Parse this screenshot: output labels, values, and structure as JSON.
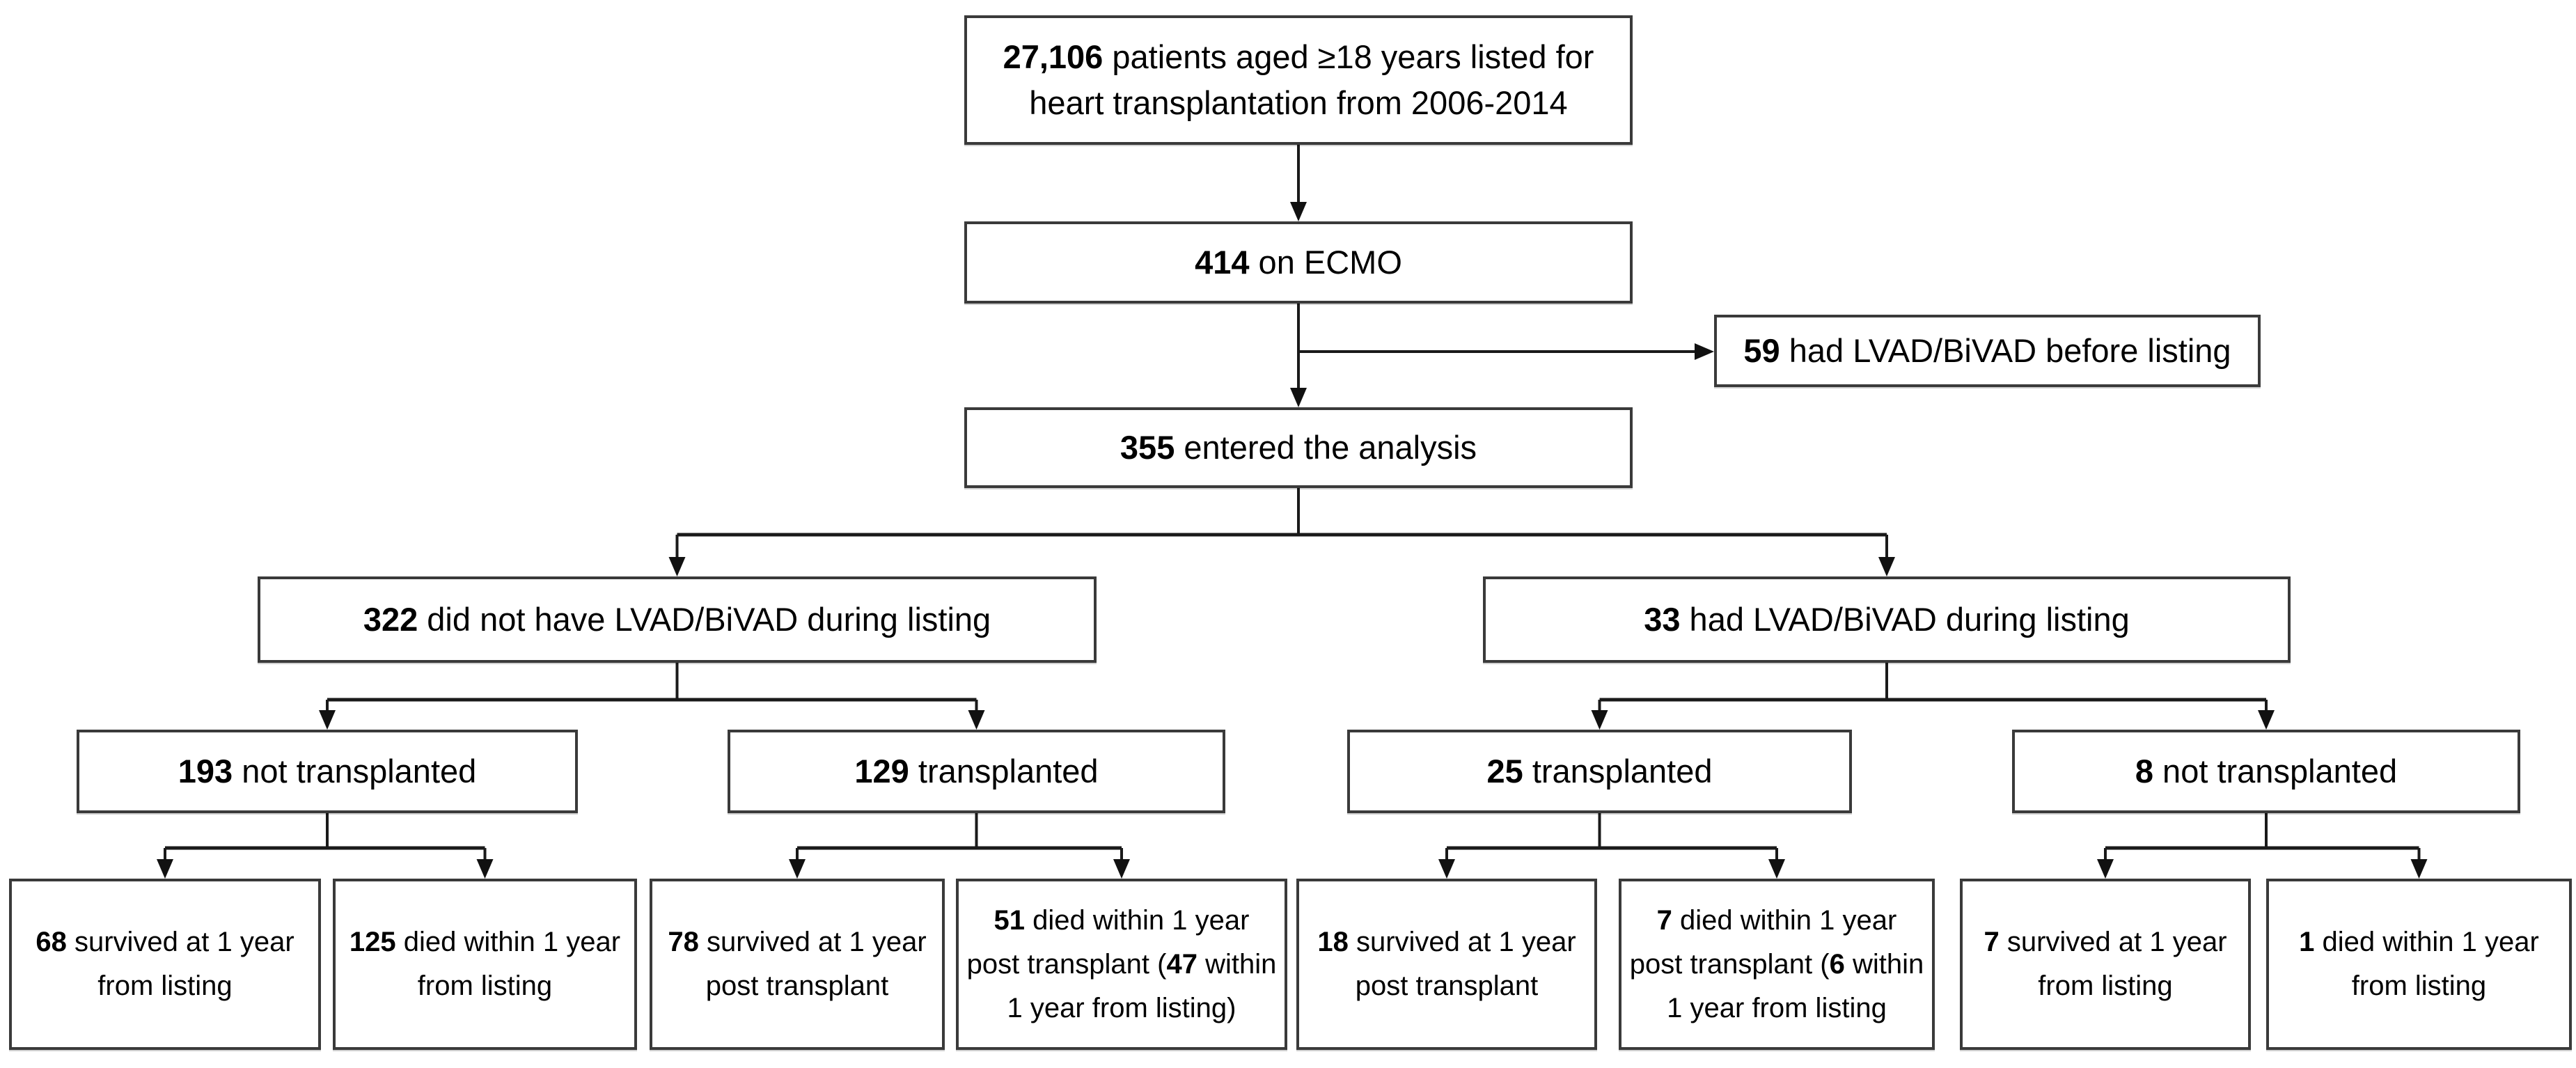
{
  "figure": {
    "kind": "patient-flow-diagram",
    "colors": {
      "background": "#ffffff",
      "box_border": "#3a3a3a",
      "connector": "#1a1a1a",
      "text": "#000000"
    }
  },
  "nodes": {
    "listed": {
      "lines": [
        [
          {
            "t": "27,106",
            "b": true
          },
          {
            "t": " patients aged ≥18 years listed for"
          }
        ],
        [
          {
            "t": "heart transplantation from 2006-2014"
          }
        ]
      ]
    },
    "on_ecmo": {
      "lines": [
        [
          {
            "t": "414",
            "b": true
          },
          {
            "t": " on ECMO"
          }
        ]
      ]
    },
    "excluded": {
      "lines": [
        [
          {
            "t": "59",
            "b": true
          },
          {
            "t": " had LVAD/BiVAD before listing"
          }
        ]
      ]
    },
    "analysis": {
      "lines": [
        [
          {
            "t": "355",
            "b": true
          },
          {
            "t": " entered the analysis"
          }
        ]
      ]
    },
    "no_vad": {
      "lines": [
        [
          {
            "t": "322",
            "b": true
          },
          {
            "t": " did not have LVAD/BiVAD during listing"
          }
        ]
      ]
    },
    "vad": {
      "lines": [
        [
          {
            "t": "33",
            "b": true
          },
          {
            "t": " had LVAD/BiVAD during listing"
          }
        ]
      ]
    },
    "not_tx_193": {
      "lines": [
        [
          {
            "t": "193",
            "b": true
          },
          {
            "t": " not transplanted"
          }
        ]
      ]
    },
    "tx_129": {
      "lines": [
        [
          {
            "t": "129",
            "b": true
          },
          {
            "t": " transplanted"
          }
        ]
      ]
    },
    "tx_25": {
      "lines": [
        [
          {
            "t": "25",
            "b": true
          },
          {
            "t": " transplanted"
          }
        ]
      ]
    },
    "not_tx_8": {
      "lines": [
        [
          {
            "t": "8",
            "b": true
          },
          {
            "t": " not transplanted"
          }
        ]
      ]
    },
    "surv_68": {
      "lines": [
        [
          {
            "t": "68",
            "b": true
          },
          {
            "t": " survived at 1 year"
          }
        ],
        [
          {
            "t": "from listing"
          }
        ]
      ]
    },
    "died_125": {
      "lines": [
        [
          {
            "t": "125",
            "b": true
          },
          {
            "t": " died within 1 year"
          }
        ],
        [
          {
            "t": "from listing"
          }
        ]
      ]
    },
    "surv_78": {
      "lines": [
        [
          {
            "t": "78",
            "b": true
          },
          {
            "t": " survived at 1 year"
          }
        ],
        [
          {
            "t": "post transplant"
          }
        ]
      ]
    },
    "died_51": {
      "lines": [
        [
          {
            "t": "51",
            "b": true
          },
          {
            "t": " died within 1 year"
          }
        ],
        [
          {
            "t": "post transplant ("
          },
          {
            "t": "47",
            "b": true
          },
          {
            "t": " within"
          }
        ],
        [
          {
            "t": "1 year from listing)"
          }
        ]
      ]
    },
    "surv_18": {
      "lines": [
        [
          {
            "t": "18",
            "b": true
          },
          {
            "t": " survived at 1 year"
          }
        ],
        [
          {
            "t": "post transplant"
          }
        ]
      ]
    },
    "died_7": {
      "lines": [
        [
          {
            "t": "7",
            "b": true
          },
          {
            "t": " died within 1 year"
          }
        ],
        [
          {
            "t": "post transplant ("
          },
          {
            "t": "6",
            "b": true
          },
          {
            "t": " within"
          }
        ],
        [
          {
            "t": "1 year from listing"
          }
        ]
      ]
    },
    "surv_7": {
      "lines": [
        [
          {
            "t": "7",
            "b": true
          },
          {
            "t": " survived at 1 year"
          }
        ],
        [
          {
            "t": "from listing"
          }
        ]
      ]
    },
    "died_1": {
      "lines": [
        [
          {
            "t": "1",
            "b": true
          },
          {
            "t": " died within 1 year"
          }
        ],
        [
          {
            "t": "from listing"
          }
        ]
      ]
    }
  },
  "edges": [
    {
      "from": "listed",
      "to": "on_ecmo"
    },
    {
      "from": "on_ecmo",
      "to": "excluded"
    },
    {
      "from": "on_ecmo",
      "to": "analysis"
    },
    {
      "from": "analysis",
      "to": "no_vad"
    },
    {
      "from": "analysis",
      "to": "vad"
    },
    {
      "from": "no_vad",
      "to": "not_tx_193"
    },
    {
      "from": "no_vad",
      "to": "tx_129"
    },
    {
      "from": "vad",
      "to": "tx_25"
    },
    {
      "from": "vad",
      "to": "not_tx_8"
    },
    {
      "from": "not_tx_193",
      "to": "surv_68"
    },
    {
      "from": "not_tx_193",
      "to": "died_125"
    },
    {
      "from": "tx_129",
      "to": "surv_78"
    },
    {
      "from": "tx_129",
      "to": "died_51"
    },
    {
      "from": "tx_25",
      "to": "surv_18"
    },
    {
      "from": "tx_25",
      "to": "died_7"
    },
    {
      "from": "not_tx_8",
      "to": "surv_7"
    },
    {
      "from": "not_tx_8",
      "to": "died_1"
    }
  ]
}
